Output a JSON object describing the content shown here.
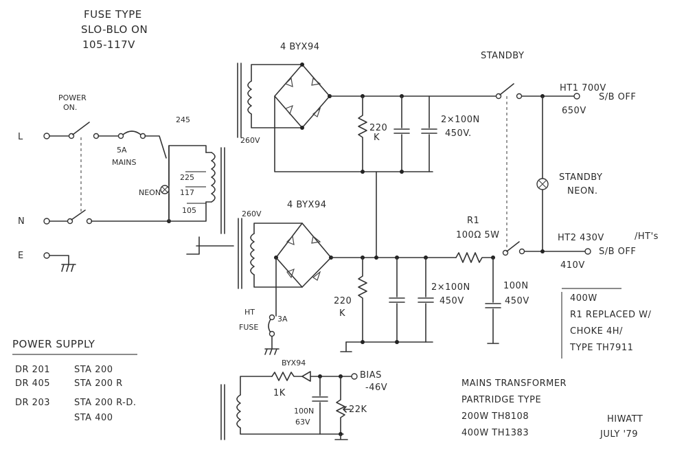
{
  "notes": {
    "fuse_type": [
      "FUSE TYPE",
      "SLO-BLO ON",
      "105-117V"
    ],
    "power_on": [
      "POWER",
      "ON."
    ],
    "mains_fuse": [
      "5A",
      "MAINS"
    ],
    "neon": "NEON",
    "taps": [
      "245",
      "225",
      "117",
      "105"
    ],
    "bridge_top": "4 BYX94",
    "bridge_bottom": "4 BYX94",
    "sec_top": "260V",
    "sec_bottom": "260V",
    "res_top": [
      "220",
      "K"
    ],
    "cap_top": [
      "2×100N",
      "450V."
    ],
    "standby": "STANDBY",
    "ht1": [
      "HT1 700V",
      "S/B OFF",
      "650V"
    ],
    "standby_neon": [
      "STANDBY",
      "NEON."
    ],
    "r1": [
      "R1",
      "100Ω 5W"
    ],
    "ht2": [
      "HT2 430V",
      "S/B OFF",
      "410V",
      "/HT's"
    ],
    "res_bottom": [
      "220",
      "K"
    ],
    "cap_bottom": [
      "2×100N",
      "450V"
    ],
    "cap_single": [
      "100N",
      "450V"
    ],
    "ht_fuse": [
      "HT",
      "FUSE",
      "3A"
    ],
    "box_note": [
      "400W",
      "R1 REPLACED W/",
      "CHOKE 4H/",
      "TYPE TH7911"
    ],
    "lines": [
      "L",
      "N",
      "E"
    ],
    "bias_diode": "BYX94",
    "bias_res": "1K",
    "bias_cap": [
      "100N",
      "63V"
    ],
    "bias_out": [
      "BIAS",
      "-46V"
    ],
    "bias_pot": "22K",
    "power_supply_title": "POWER SUPPLY",
    "models": [
      [
        "DR 201",
        "STA 200"
      ],
      [
        "DR 405",
        "STA 200 R"
      ],
      [
        "DR 203",
        "STA 200 R-D."
      ],
      [
        "",
        "STA 400"
      ]
    ],
    "mains_transformer": [
      "MAINS TRANSFORMER",
      "PARTRIDGE TYPE",
      "200W   TH8108",
      "400W   TH1383"
    ],
    "signature": [
      "HIWATT",
      "JULY '79"
    ]
  }
}
